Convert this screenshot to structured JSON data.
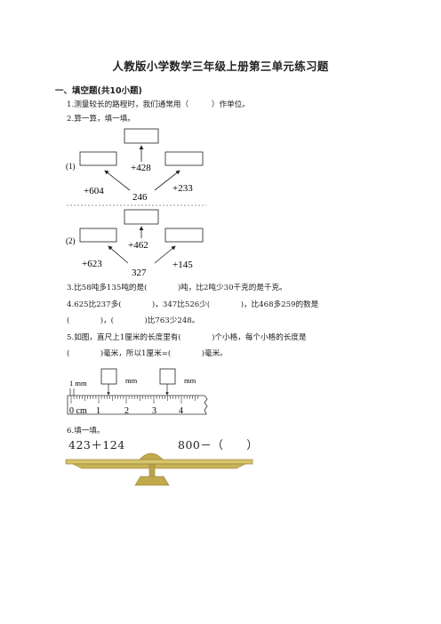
{
  "title": "人教版小学数学三年级上册第三单元练习题",
  "section": "一、填空题(共10小题)",
  "q1": "1.测量较长的路程时，我们通常用（　　　）作单位。",
  "q2": {
    "text": "2.算一算，填一填。",
    "part1": {
      "label": "(1)",
      "center": "246",
      "ops": [
        "+428",
        "+604",
        "+233"
      ]
    },
    "part2": {
      "label": "(2)",
      "center": "327",
      "ops": [
        "+462",
        "+623",
        "+145"
      ]
    }
  },
  "q3": "3.比58吨多135吨的是(　　　　)吨，比2吨少30千克的是千克。",
  "q4": {
    "line1": "4.625比237多(　　　　)，347比526少(　　　　)，比468多259的数是",
    "line2": "(　　　　)，(　　　　)比763少248。"
  },
  "q5": {
    "line1": "5.如图，直尺上1厘米的长度里有(　　　　)个小格，每个小格的长度是",
    "line2": "(　　　　)毫米，所以1厘米=(　　　　)毫米。",
    "ruler": {
      "mm_label": "1 mm",
      "unit_label": "mm",
      "numbers": [
        "0 cm",
        "1",
        "2",
        "3",
        "4"
      ]
    }
  },
  "q6": {
    "text": "6.填一填。",
    "left_expr": "423＋124",
    "right_expr": "800－（　　）"
  }
}
